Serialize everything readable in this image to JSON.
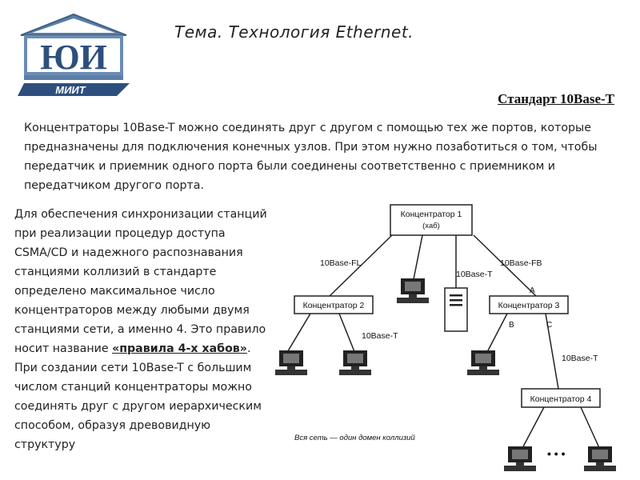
{
  "header": {
    "logo_text": "ЮИ",
    "logo_subtext": "МИИТ",
    "title": "Тема. Технология Ethernet.",
    "standard_title": "Стандарт 10Base-T"
  },
  "intro_text": "Концентраторы 10Base-T можно соединять друг с другом с помощью тех же портов, которые предназначены для подключения конечных узлов. При этом нужно позаботиться о том, чтобы передатчик и приемник одного порта были соединены соответственно с приемником и передатчиком другого порта.",
  "body_text": {
    "part1": "Для обеспечения синхронизации станций при реализации процедур доступа CSMA/CD и надежного распознавания станциями коллизий в стандарте определено максимальное число концентраторов между любыми двумя станциями сети, а именно 4. Это правило носит название ",
    "rule_name": "«правила 4-х хабов»",
    "part2": ". При создании сети 10Base-T с большим числом станций концентраторы можно соединять друг с другом иерархическим способом, образуя древовидную структуру"
  },
  "diagram": {
    "hub1_line1": "Концентратор 1",
    "hub1_line2": "(хаб)",
    "hub2": "Концентратор 2",
    "hub3": "Концентратор 3",
    "hub4": "Концентратор 4",
    "link_fl": "10Base-FL",
    "link_fb": "10Base-FB",
    "link_t1": "10Base-T",
    "link_t2": "10Base-T",
    "link_t3": "10Base-T",
    "port_a": "A",
    "port_b": "B",
    "port_c": "C",
    "dots": "• • •",
    "caption": "Вся сеть — один домен коллизий"
  }
}
